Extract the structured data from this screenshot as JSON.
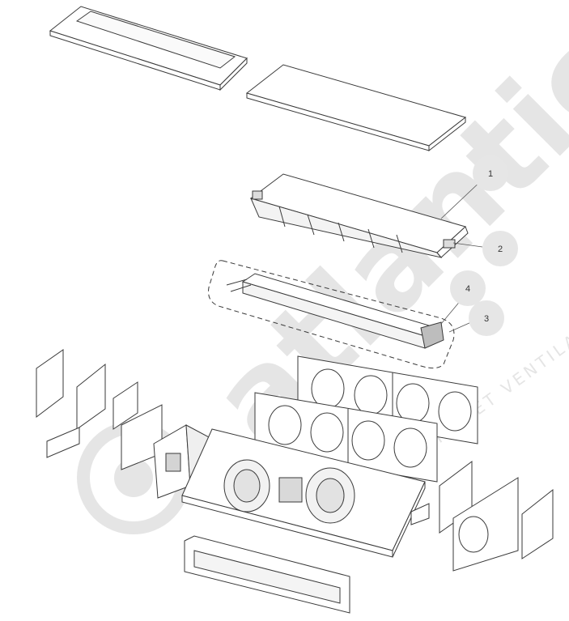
{
  "watermark": {
    "brand": "atlantic",
    "tagline": "CLIMATISATION ET VENTILATION",
    "color": "#d9d9d9"
  },
  "callouts": [
    {
      "id": "1",
      "label": "1"
    },
    {
      "id": "2",
      "label": "2"
    },
    {
      "id": "3",
      "label": "3"
    },
    {
      "id": "4",
      "label": "4"
    }
  ],
  "colors": {
    "line": "#3a3a3a",
    "fill": "#ffffff",
    "shade": "#cfcfcf",
    "callout_fill": "#e6e6e6"
  }
}
